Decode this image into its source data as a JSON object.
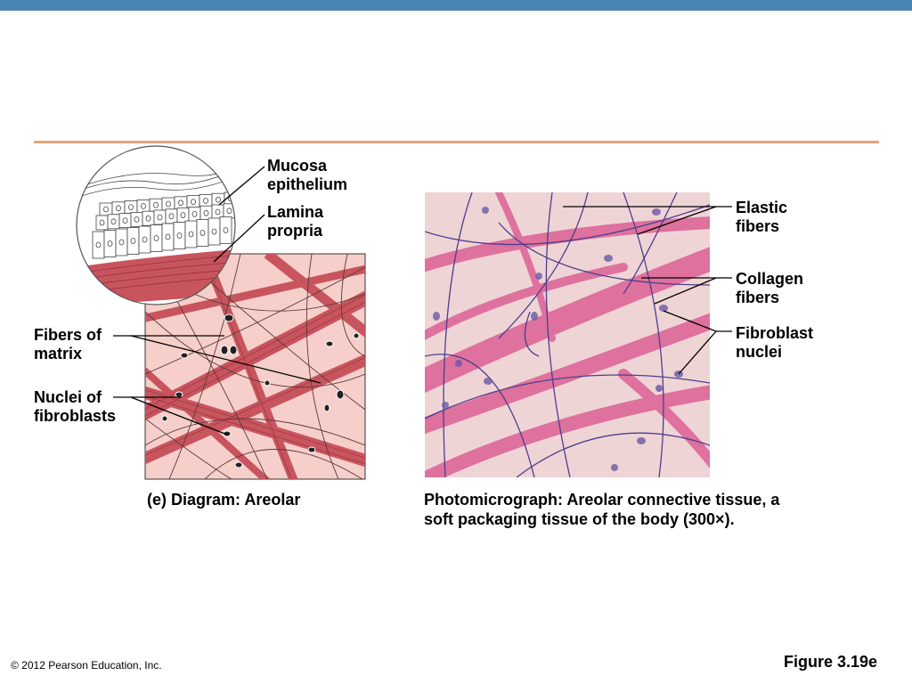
{
  "colors": {
    "top_bar": "#4a86b3",
    "rule": "#e6a47c",
    "diagram_bg": "#f6cfca",
    "collagen": "#c8545e",
    "photo_bg": "#efd4d6",
    "photo_collagen": "#d9508a",
    "elastic": "#4d3e8c"
  },
  "icons": {
    "magnifier": "magnified-epithelium-inset-icon"
  },
  "labels": {
    "mucosa_epithelium": "Mucosa\nepithelium",
    "lamina_propria": "Lamina\npropria",
    "fibers_of_matrix": "Fibers of\nmatrix",
    "nuclei_of_fibroblasts": "Nuclei of\nfibroblasts",
    "elastic_fibers": "Elastic\nfibers",
    "collagen_fibers": "Collagen\nfibers",
    "fibroblast_nuclei": "Fibroblast\nnuclei"
  },
  "captions": {
    "diagram": "(e) Diagram: Areolar",
    "photo": "Photomicrograph: Areolar connective tissue, a\nsoft packaging tissue of the body (300×)."
  },
  "footer": {
    "copyright": "© 2012 Pearson Education, Inc.",
    "figure": "Figure 3.19e"
  }
}
